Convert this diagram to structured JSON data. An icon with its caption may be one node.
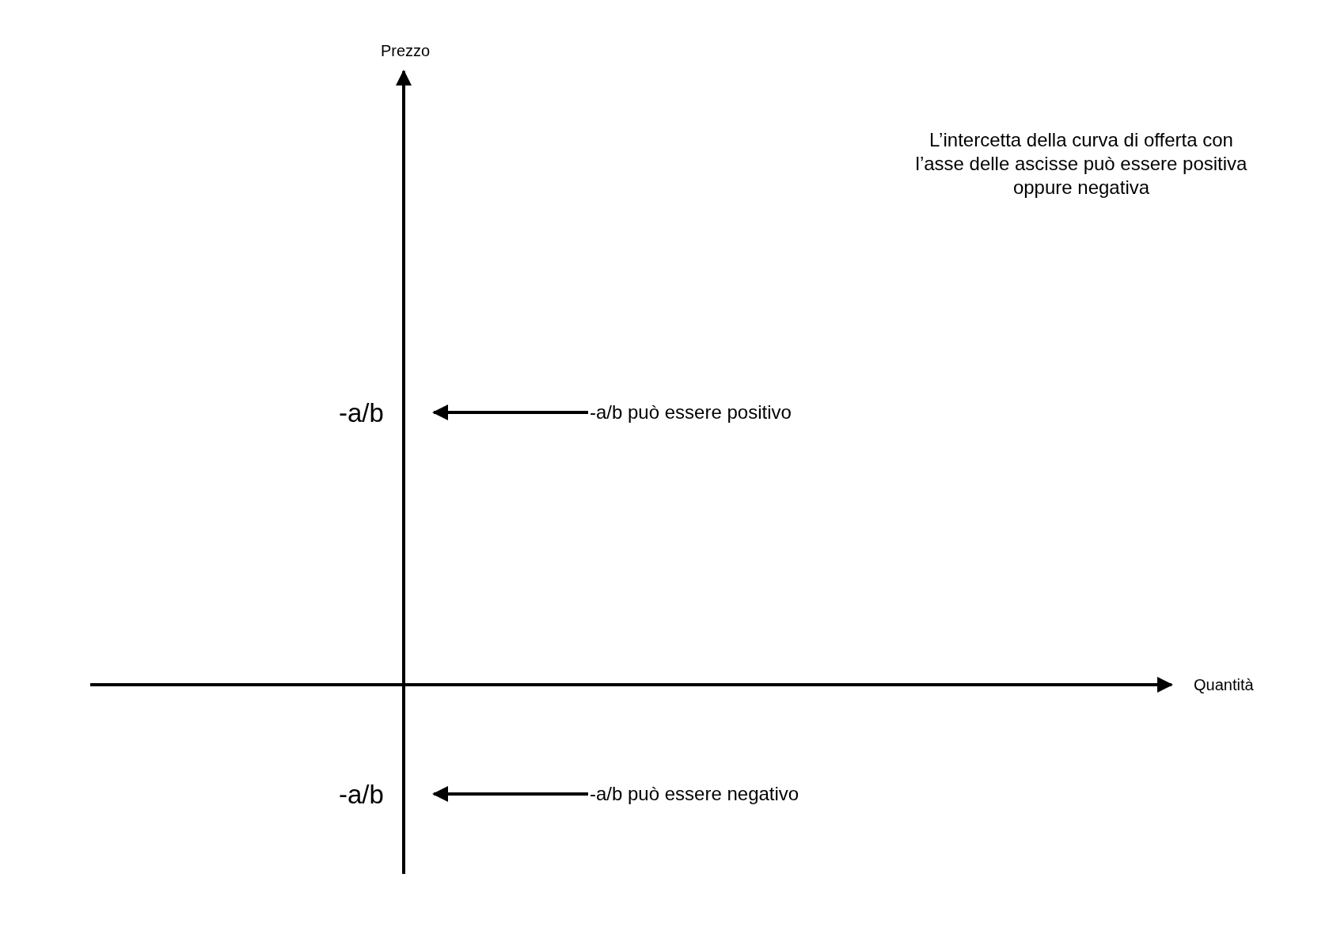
{
  "diagram": {
    "nodes": [
      {
        "text": [
          "-a/b può essere positivo"
        ]
      },
      {
        "text": [
          "-a/b può essere negativo"
        ]
      }
    ],
    "edges": [
      {
        "from": 0,
        "to": null,
        "arrow": "to"
      },
      {
        "from": 1,
        "to": null,
        "arrow": "to"
      }
    ],
    "labels": [
      "Prezzo",
      "L’intercetta della curva di offerta con l’asse delle ascisse può essere positiva oppure negativa",
      "-a/b",
      "Quantità",
      "-a/b"
    ]
  }
}
